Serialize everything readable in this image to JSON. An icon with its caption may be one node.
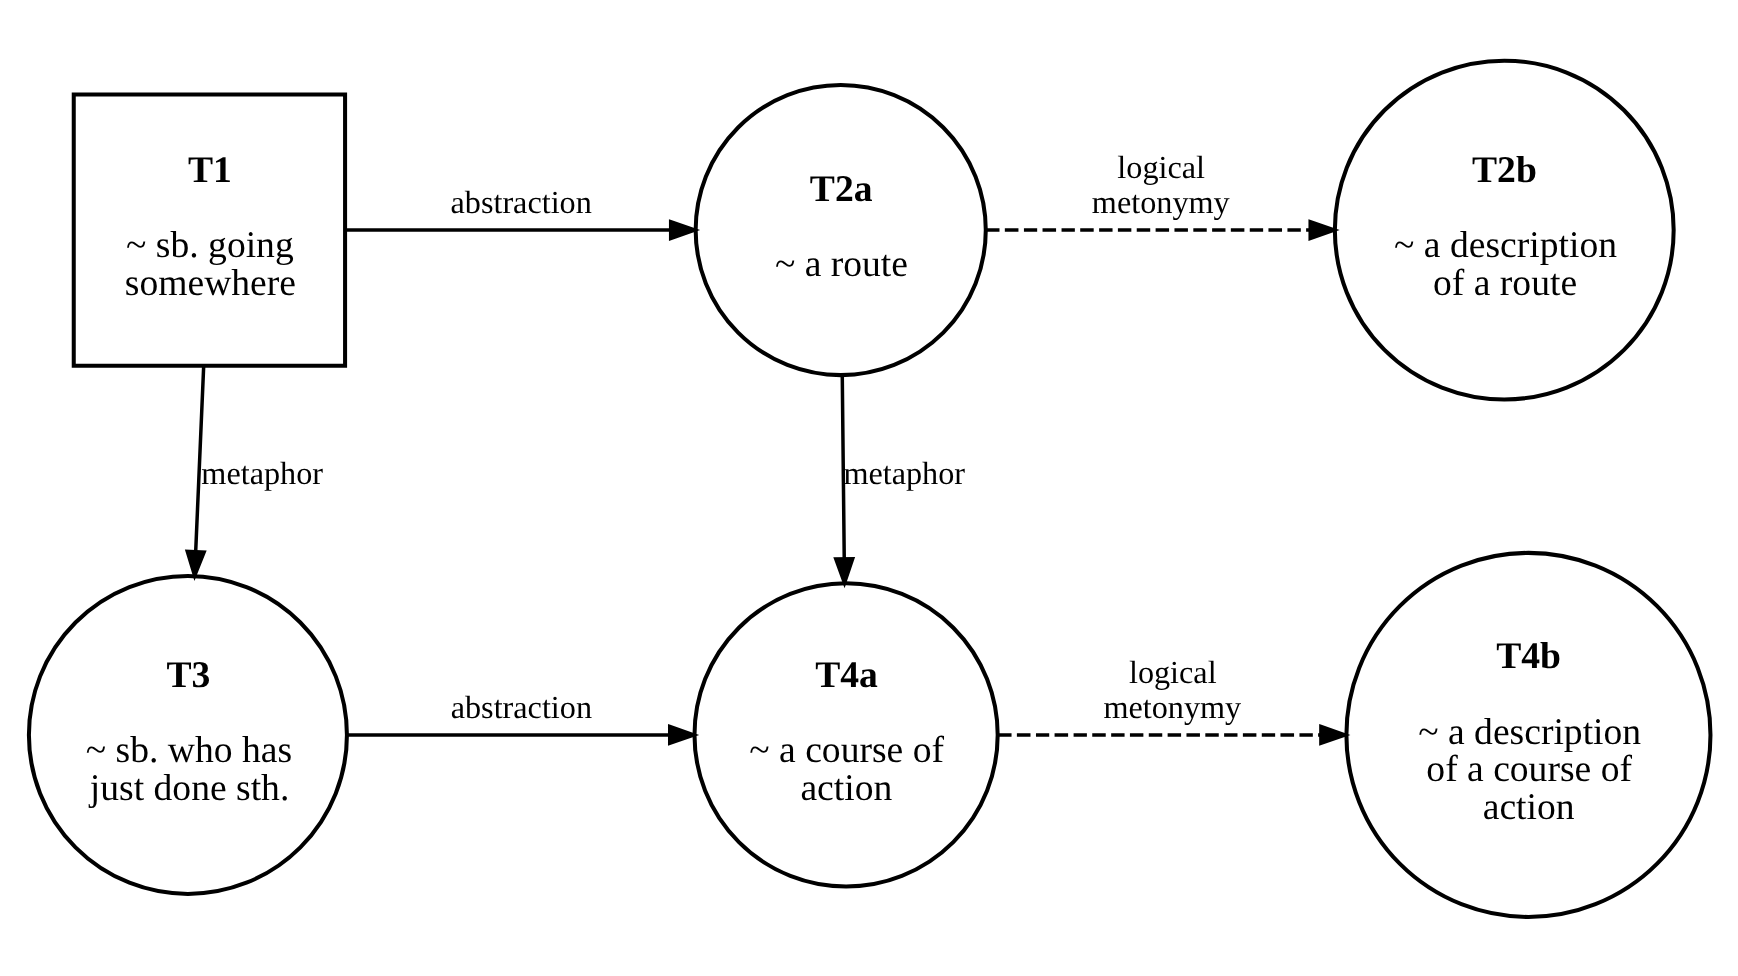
{
  "diagram": {
    "nodes": [
      {
        "text": [
          "T1",
          "~ sb. going somewhere"
        ]
      },
      {
        "text": [
          "T2a",
          "~ a route"
        ]
      },
      {
        "text": [
          "T2b",
          "~ a description of a route"
        ]
      },
      {
        "text": [
          "T3",
          "~ sb. who has just done sth."
        ]
      },
      {
        "text": [
          "T4a",
          "~ a course of action"
        ]
      },
      {
        "text": [
          "T4b",
          "~ a description of a course of action"
        ]
      }
    ],
    "edges": [
      {
        "from": 0,
        "to": 1,
        "arrow": "to",
        "label": "abstraction"
      },
      {
        "from": 1,
        "to": 2,
        "arrow": "to",
        "label": "logical metonymy",
        "style": "dashed"
      },
      {
        "from": 0,
        "to": 3,
        "arrow": "to",
        "label": "metaphor"
      },
      {
        "from": 1,
        "to": 4,
        "arrow": "to",
        "label": "metaphor"
      },
      {
        "from": 3,
        "to": 4,
        "arrow": "to",
        "label": "abstraction"
      },
      {
        "from": 4,
        "to": 5,
        "arrow": "to",
        "label": "logical metonymy",
        "style": "dashed"
      }
    ]
  }
}
